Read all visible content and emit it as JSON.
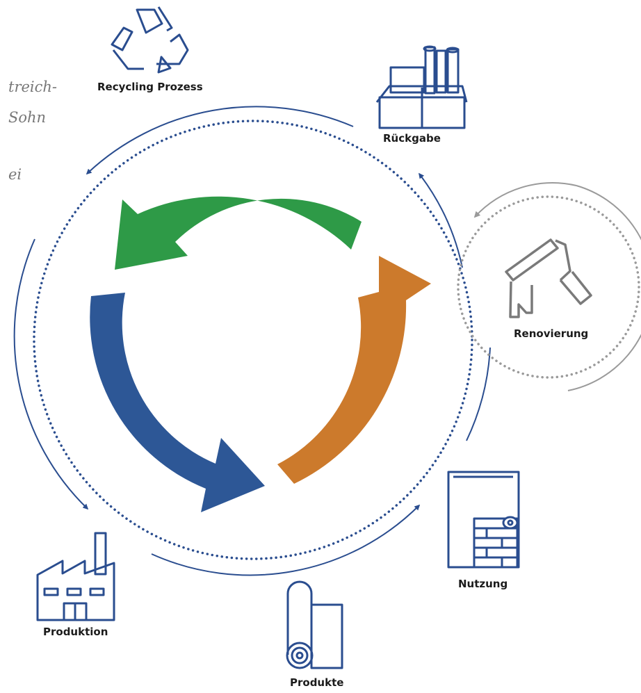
{
  "colors": {
    "navy": "#2a4d8f",
    "green": "#2e9a47",
    "orange": "#cc7a2c",
    "blue_arrow": "#2d5796",
    "gray": "#9a9a9a",
    "text": "#1b1b1b",
    "cut_text": "#777777"
  },
  "partial_text": [
    "treich-",
    "Sohn",
    "ei"
  ],
  "stages": [
    {
      "id": "recycling",
      "label": "Recycling Prozess",
      "icon": "recycle-icon"
    },
    {
      "id": "rueckgabe",
      "label": "Rückgabe",
      "icon": "box-return-icon"
    },
    {
      "id": "renovierung",
      "label": "Renovierung",
      "icon": "paint-roller-icon"
    },
    {
      "id": "nutzung",
      "label": "Nutzung",
      "icon": "wallpaper-wall-icon"
    },
    {
      "id": "produkte",
      "label": "Produkte",
      "icon": "wallpaper-roll-icon"
    },
    {
      "id": "produktion",
      "label": "Produktion",
      "icon": "factory-icon"
    }
  ]
}
